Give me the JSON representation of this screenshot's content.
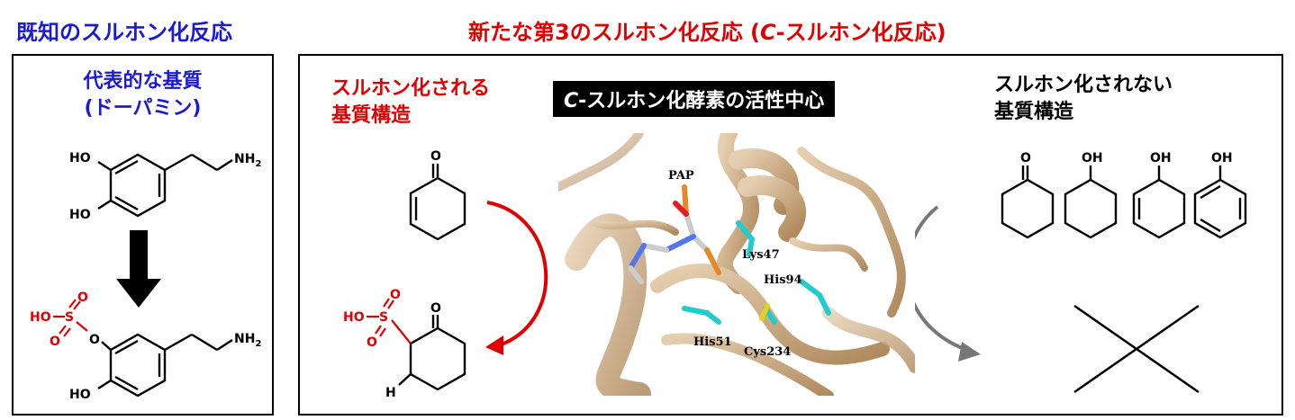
{
  "headers": {
    "left": "既知のスルホン化反応",
    "right_prefix": "新たな第3のスルホン化反応 (",
    "right_italic": "C",
    "right_suffix": "-スルホン化反応)"
  },
  "left_panel": {
    "title_line1": "代表的な基質",
    "title_line2": "(ドーパミン)",
    "dopamine": {
      "ho_top": "HO",
      "ho_bottom": "HO",
      "amine": "NH",
      "amine_sub": "2"
    },
    "product": {
      "ho_s": "HO",
      "s": "S",
      "o1": "O",
      "o2": "O",
      "o_link": "O",
      "ho_bottom": "HO",
      "amine": "NH",
      "amine_sub": "2"
    }
  },
  "right_panel": {
    "sulfonated_label_line1": "スルホン化される",
    "sulfonated_label_line2": "基質構造",
    "enzyme_title_italic": "C",
    "enzyme_title_rest": "-スルホン化酵素の活性中心",
    "not_sulfonated_label_line1": "スルホン化されない",
    "not_sulfonated_label_line2": "基質構造",
    "substrate": {
      "o": "O"
    },
    "product": {
      "ho": "HO",
      "s": "S",
      "o1": "O",
      "o2": "O",
      "o_keto": "O",
      "h": "H"
    },
    "residues": [
      "PAP",
      "Lys47",
      "His94",
      "His51",
      "Cys234"
    ],
    "non_substrates": {
      "o": "O",
      "oh1": "OH",
      "oh2": "OH",
      "oh3": "OH"
    }
  },
  "colors": {
    "blue": "#1a1ad6",
    "red": "#e00000",
    "arrow_gray": "#777777",
    "protein": "#c9a882",
    "cyan": "#22cccc"
  }
}
